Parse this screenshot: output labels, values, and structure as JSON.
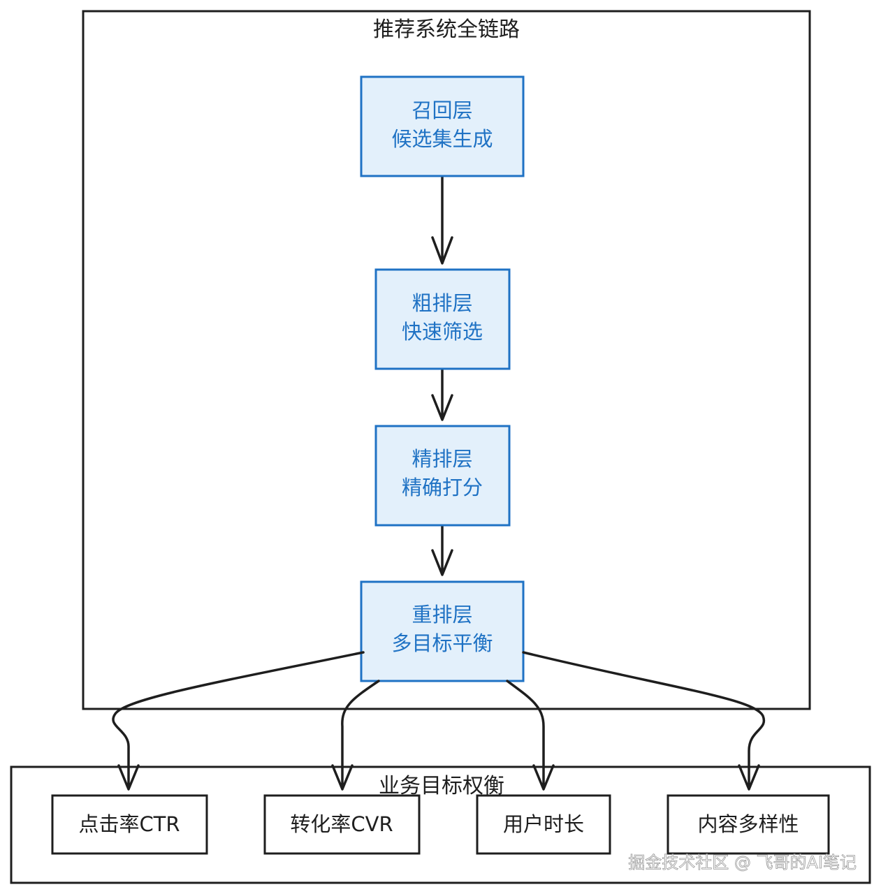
{
  "frames": {
    "pipeline": {
      "title": "推荐系统全链路"
    },
    "goals": {
      "title": "业务目标权衡"
    }
  },
  "nodes": {
    "recall": {
      "line1": "召回层",
      "line2": "候选集生成"
    },
    "coarse": {
      "line1": "粗排层",
      "line2": "快速筛选"
    },
    "fine": {
      "line1": "精排层",
      "line2": "精确打分"
    },
    "rerank": {
      "line1": "重排层",
      "line2": "多目标平衡"
    }
  },
  "goals": {
    "ctr": "点击率CTR",
    "cvr": "转化率CVR",
    "duration": "用户时长",
    "diversity": "内容多样性"
  },
  "watermark": "掘金技术社区 @ 飞哥的AI笔记",
  "colors": {
    "node_fill": "#e3f0fb",
    "node_stroke": "#1f72c4",
    "line": "#1e1e1e",
    "background": "#ffffff"
  }
}
